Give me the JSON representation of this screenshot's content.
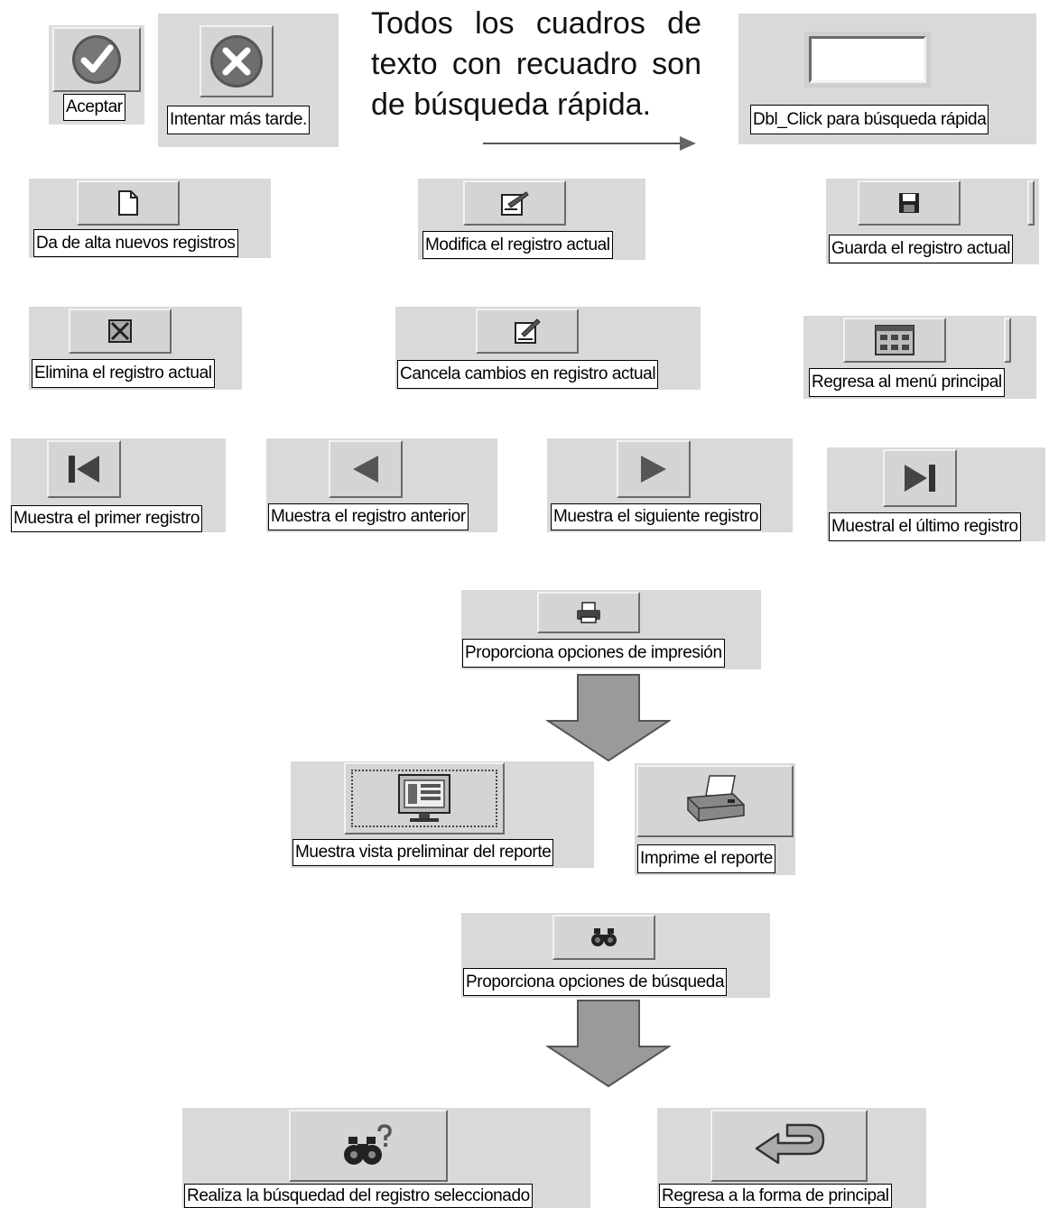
{
  "intro": {
    "text": "Todos los cuadros de texto con recuadro son de búsqueda rápida."
  },
  "legend": {
    "aceptar": {
      "label": "Aceptar",
      "icon": "check-icon"
    },
    "intentar": {
      "label": "Intentar más tarde.",
      "icon": "x-icon"
    },
    "quick_search": {
      "label": "Dbl_Click para búsqueda rápida",
      "icon": "text-box-icon"
    }
  },
  "record_buttons": {
    "nuevo": {
      "label": "Da de alta nuevos registros",
      "icon": "new-document-icon"
    },
    "modifica": {
      "label": "Modifica el registro actual",
      "icon": "edit-icon"
    },
    "guarda": {
      "label": "Guarda el registro actual",
      "icon": "floppy-disk-icon"
    },
    "elimina": {
      "label": "Elimina el registro actual",
      "icon": "delete-icon"
    },
    "cancela": {
      "label": "Cancela cambios en registro actual",
      "icon": "cancel-edit-icon"
    },
    "menu": {
      "label": "Regresa al menú principal",
      "icon": "menu-grid-icon"
    }
  },
  "nav_buttons": {
    "primero": {
      "label": "Muestra el primer registro",
      "icon": "first-record-icon"
    },
    "anterior": {
      "label": "Muestra el registro anterior",
      "icon": "previous-record-icon"
    },
    "siguiente": {
      "label": "Muestra el siguiente registro",
      "icon": "next-record-icon"
    },
    "ultimo": {
      "label": "Muestral el último registro",
      "icon": "last-record-icon"
    }
  },
  "print_section": {
    "print": {
      "label": "Proporciona opciones de impresión",
      "icon": "printer-icon"
    },
    "preview": {
      "label": "Muestra vista preliminar del reporte",
      "icon": "monitor-preview-icon"
    },
    "print_report": {
      "label": "Imprime el reporte",
      "icon": "printer-large-icon"
    }
  },
  "search_section": {
    "search": {
      "label": "Proporciona opciones de búsqueda",
      "icon": "binoculars-icon"
    },
    "search_record": {
      "label": "Realiza la búsquedad del registro seleccionado",
      "icon": "binoculars-question-icon"
    },
    "back": {
      "label": "Regresa a la forma de principal",
      "icon": "return-arrow-icon"
    }
  },
  "colors": {
    "panel": "#d9d9d9",
    "button": "#d4d4d4",
    "icon_dark": "#3a3a3a"
  }
}
